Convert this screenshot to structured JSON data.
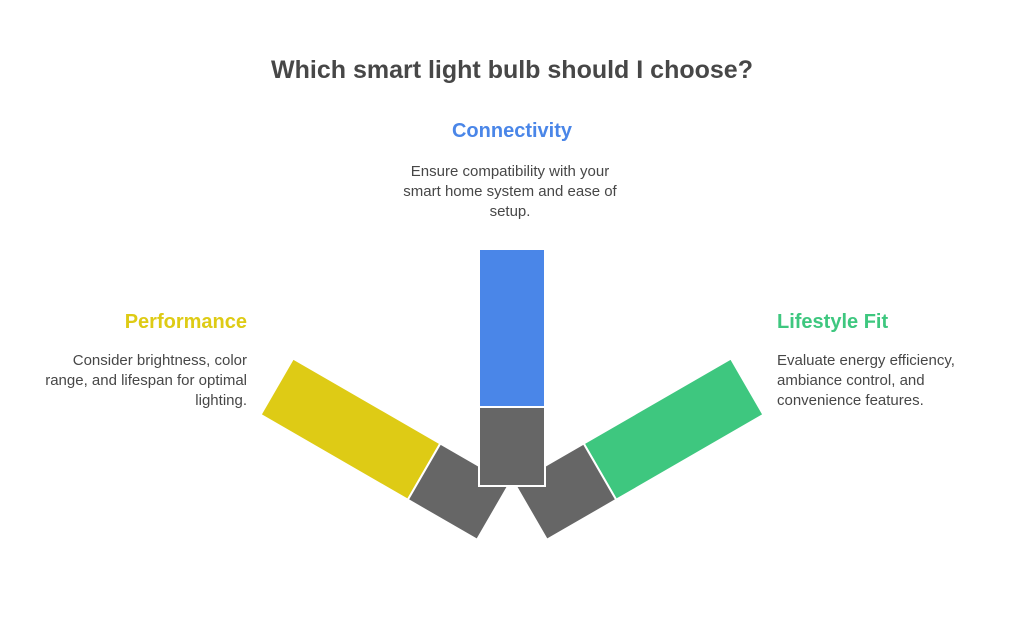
{
  "title": "Which smart light bulb should I choose?",
  "colors": {
    "connectivity": "#4a86e8",
    "performance": "#decb15",
    "lifestyle": "#3ec77f",
    "base": "#666666",
    "text": "#474747"
  },
  "items": [
    {
      "heading": "Connectivity",
      "description": "Ensure compatibility with your smart home system and ease of setup."
    },
    {
      "heading": "Performance",
      "description": "Consider brightness, color range, and lifespan for optimal lighting."
    },
    {
      "heading": "Lifestyle Fit",
      "description": "Evaluate energy efficiency, ambiance control, and convenience features."
    }
  ]
}
